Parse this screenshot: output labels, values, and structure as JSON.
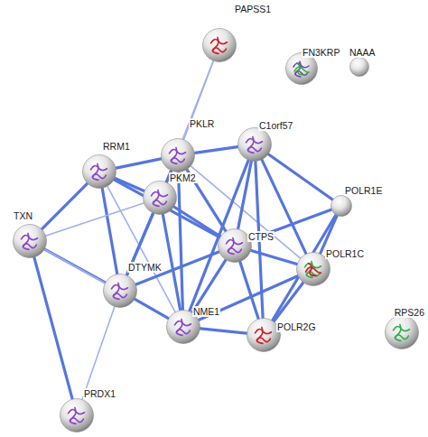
{
  "diagram": {
    "nodes": [
      {
        "text": [
          "PAPSS1"
        ]
      },
      {
        "text": [
          "FN3KRP"
        ]
      },
      {
        "text": [
          "NAAA"
        ]
      },
      {
        "text": [
          "PKLR"
        ]
      },
      {
        "text": [
          "C1orf57"
        ]
      },
      {
        "text": [
          "RRM1"
        ]
      },
      {
        "text": [
          "PKM2"
        ]
      },
      {
        "text": [
          "POLR1E"
        ]
      },
      {
        "text": [
          "TXN"
        ]
      },
      {
        "text": [
          "CTPS"
        ]
      },
      {
        "text": [
          "POLR1C"
        ]
      },
      {
        "text": [
          "DTYMK"
        ]
      },
      {
        "text": [
          "NME1"
        ]
      },
      {
        "text": [
          "POLR2G"
        ]
      },
      {
        "text": [
          "RPS26"
        ]
      },
      {
        "text": [
          "PRDX1"
        ]
      }
    ],
    "edges": [
      {
        "from": 0,
        "to": 3,
        "arrow": "none"
      },
      {
        "from": 0,
        "to": 6,
        "arrow": "none"
      },
      {
        "from": 3,
        "to": 6,
        "arrow": "none"
      },
      {
        "from": 3,
        "to": 5,
        "arrow": "none"
      },
      {
        "from": 3,
        "to": 9,
        "arrow": "none"
      },
      {
        "from": 3,
        "to": 12,
        "arrow": "none"
      },
      {
        "from": 3,
        "to": 11,
        "arrow": "none"
      },
      {
        "from": 3,
        "to": 4,
        "arrow": "none"
      },
      {
        "from": 3,
        "to": 10,
        "arrow": "none"
      },
      {
        "from": 5,
        "to": 6,
        "arrow": "none"
      },
      {
        "from": 5,
        "to": 8,
        "arrow": "none"
      },
      {
        "from": 5,
        "to": 11,
        "arrow": "none"
      },
      {
        "from": 5,
        "to": 12,
        "arrow": "none"
      },
      {
        "from": 5,
        "to": 9,
        "arrow": "none"
      },
      {
        "from": 8,
        "to": 6,
        "arrow": "none"
      },
      {
        "from": 8,
        "to": 11,
        "arrow": "none"
      },
      {
        "from": 8,
        "to": 12,
        "arrow": "none"
      },
      {
        "from": 8,
        "to": 15,
        "arrow": "none"
      },
      {
        "from": 6,
        "to": 9,
        "arrow": "none"
      },
      {
        "from": 6,
        "to": 12,
        "arrow": "none"
      },
      {
        "from": 6,
        "to": 11,
        "arrow": "none"
      },
      {
        "from": 4,
        "to": 9,
        "arrow": "none"
      },
      {
        "from": 4,
        "to": 12,
        "arrow": "none"
      },
      {
        "from": 4,
        "to": 10,
        "arrow": "none"
      },
      {
        "from": 4,
        "to": 13,
        "arrow": "none"
      },
      {
        "from": 4,
        "to": 7,
        "arrow": "none"
      },
      {
        "from": 7,
        "to": 9,
        "arrow": "none"
      },
      {
        "from": 7,
        "to": 10,
        "arrow": "none"
      },
      {
        "from": 7,
        "to": 13,
        "arrow": "none"
      },
      {
        "from": 9,
        "to": 12,
        "arrow": "none"
      },
      {
        "from": 9,
        "to": 11,
        "arrow": "none"
      },
      {
        "from": 9,
        "to": 10,
        "arrow": "none"
      },
      {
        "from": 9,
        "to": 13,
        "arrow": "none"
      },
      {
        "from": 10,
        "to": 13,
        "arrow": "none"
      },
      {
        "from": 10,
        "to": 12,
        "arrow": "none"
      },
      {
        "from": 11,
        "to": 12,
        "arrow": "none"
      },
      {
        "from": 11,
        "to": 15,
        "arrow": "none"
      },
      {
        "from": 12,
        "to": 13,
        "arrow": "none"
      }
    ]
  }
}
